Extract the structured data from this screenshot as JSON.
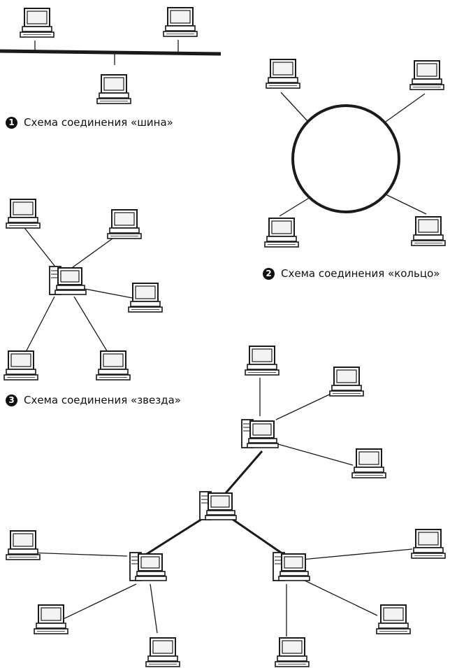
{
  "captions": {
    "bus": {
      "number": "1",
      "text": "Схема соединения «шина»"
    },
    "ring": {
      "number": "2",
      "text": "Схема соединения «кольцо»"
    },
    "star": {
      "number": "3",
      "text": "Схема соединения «звезда»"
    }
  },
  "icons": {
    "workstation": "desktop-computer-icon",
    "server": "tower-server-icon"
  },
  "colors": {
    "ink": "#1a1a1a",
    "paper": "#ffffff"
  }
}
